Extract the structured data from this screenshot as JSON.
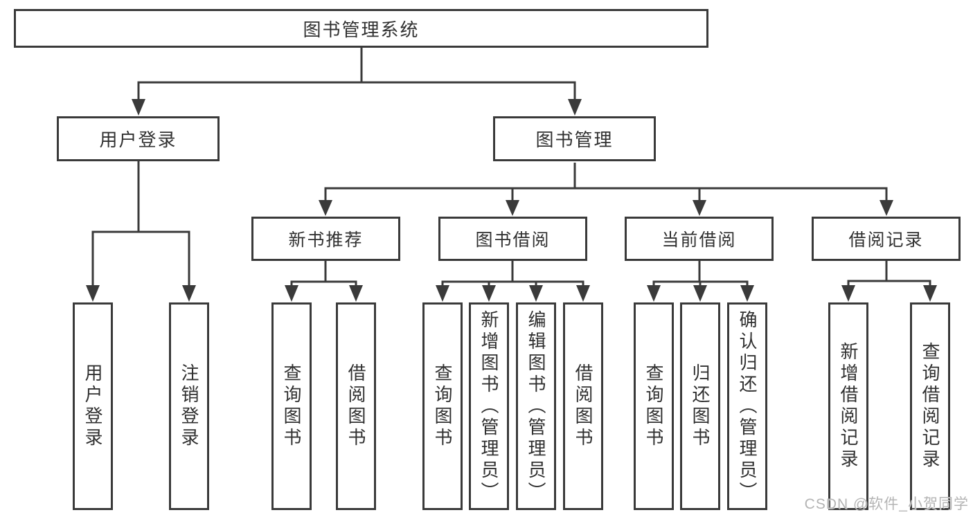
{
  "diagram": {
    "root": "图书管理系统",
    "branches": [
      {
        "label": "用户登录",
        "children": [
          "用户登录",
          "注销登录"
        ]
      },
      {
        "label": "图书管理",
        "children": [
          {
            "label": "新书推荐",
            "children": [
              "查询图书",
              "借阅图书"
            ]
          },
          {
            "label": "图书借阅",
            "children": [
              "查询图书",
              "新增图书（管理员）",
              "编辑图书（管理员）",
              "借阅图书"
            ]
          },
          {
            "label": "当前借阅",
            "children": [
              "查询图书",
              "归还图书",
              "确认归还（管理员）"
            ]
          },
          {
            "label": "借阅记录",
            "children": [
              "新增借阅记录",
              "查询借阅记录"
            ]
          }
        ]
      }
    ]
  },
  "watermark": "CSDN @软件_小贺同学",
  "colors": {
    "line": "#3a3a3a",
    "text": "#303030",
    "watermark": "#b4b4b4",
    "background": "#ffffff"
  }
}
